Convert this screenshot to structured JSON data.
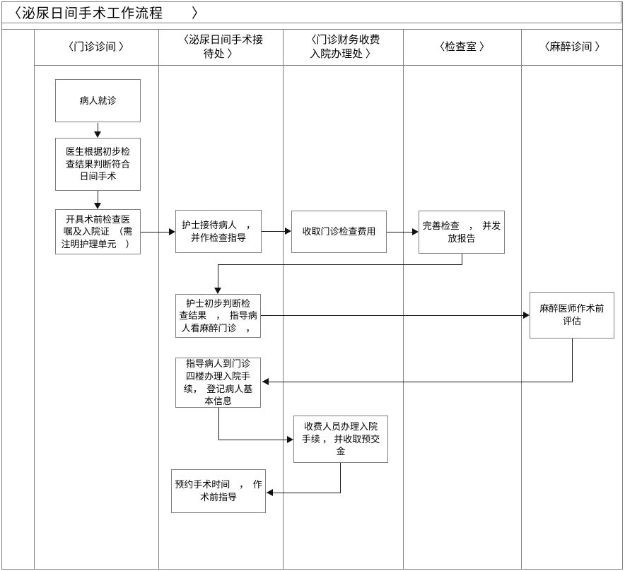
{
  "title": "〈泌尿日间手术工作流程　　〉",
  "lanes": [
    {
      "id": "outpatient-clinic",
      "label": "〈门诊诊间  〉"
    },
    {
      "id": "day-surgery-reception",
      "label": "〈泌尿日间手术接\n待处 〉"
    },
    {
      "id": "finance-admission-office",
      "label": "〈门诊财务收费\n入院办理处  〉"
    },
    {
      "id": "exam-room",
      "label": "〈检查室  〉"
    },
    {
      "id": "anesthesia-clinic",
      "label": "〈麻醉诊间  〉"
    }
  ],
  "boxes": {
    "patient_visit": "病人就诊",
    "doctor_judge": "医生根据初步检\n查结果判断符合\n日间手术",
    "issue_orders": "开具术前检查医\n嘱及入院证　（需\n注明护理单元　）",
    "nurse_receive": "护士接待病人　，\n并作检查指导",
    "collect_exam_fee": "收取门诊检查费用",
    "complete_exam": "完善检查　，　并发\n放报告",
    "nurse_judge": "护士初步判断检\n查结果　，　指导病\n人看麻醉门诊　，",
    "anesthesia_eval": "麻醉医师作术前\n评估",
    "guide_admission": "指导病人到门诊\n四楼办理入院手\n续，　登记病人基\n本信息",
    "admission_deposit": "收费人员办理入院\n手续 ， 并收取预交\n金",
    "schedule_surgery": "预约手术时间　，　作\n术前指导"
  },
  "colors": {
    "grid_border": "#808080",
    "node_border": "#7f7f7f",
    "connector": "#1a1a1a",
    "background": "#ffffff",
    "text": "#000000"
  }
}
